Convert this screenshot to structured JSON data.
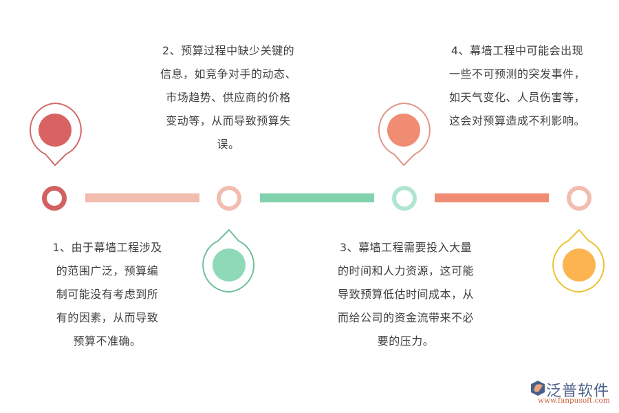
{
  "items": [
    {
      "id": 1,
      "text_lines": [
        "1、由于幕墙工程涉及",
        "的范围广泛，预算编",
        "制可能没有考虑到所",
        "有的因素，从而导致",
        "预算不准确。"
      ],
      "color": "#d96262",
      "pin_position": "top"
    },
    {
      "id": 2,
      "text_lines": [
        "2、预算过程中缺少关键的",
        "信息，如竞争对手的动态、",
        "市场趋势、供应商的价格",
        "变动等，从而导致预算失",
        "误。"
      ],
      "color": "#8ed9b8",
      "pin_position": "bottom"
    },
    {
      "id": 3,
      "text_lines": [
        "3、幕墙工程需要投入大量",
        "的时间和人力资源，这可能",
        "导致预算低估时间成本，从",
        "而给公司的资金流带来不必",
        "要的压力。"
      ],
      "color": "#f08c72",
      "pin_position": "top"
    },
    {
      "id": 4,
      "text_lines": [
        "4、幕墙工程中可能会出现",
        "一些不可预测的突发事件，",
        "如天气变化、人员伤害等，",
        "这会对预算造成不利影响。"
      ],
      "color": "#fbb44f",
      "pin_position": "bottom"
    }
  ],
  "timeline": {
    "rings": [
      "#d26262",
      "#f2bcae",
      "#b0e5cf",
      "#f2bcae"
    ],
    "bars": [
      "#f2bcae",
      "#80d3ad",
      "#ef8c73"
    ]
  },
  "logo": {
    "name": "泛普软件",
    "url": "www.fanpusoft.com"
  }
}
